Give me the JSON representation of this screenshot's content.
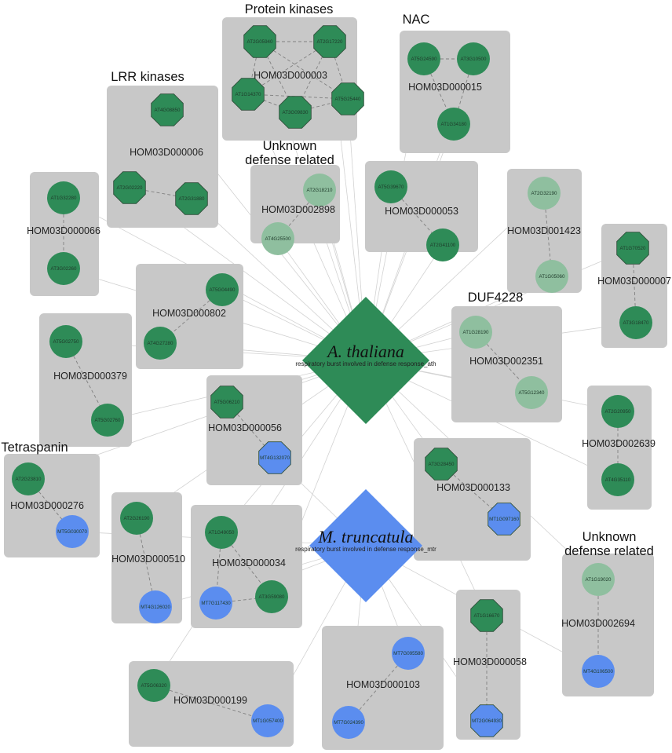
{
  "colors": {
    "green": "#2e8b57",
    "light_green": "#8fbf9f",
    "blue": "#5b8def",
    "box": "#c8c8c8",
    "edge": "#d2d2d2",
    "link": "#808080"
  },
  "centers": {
    "ath": {
      "name": "A. thaliana",
      "subtitle": "respiratory burst involved in defense response_ath",
      "color": "#2e8b57"
    },
    "mtr": {
      "name": "M. truncatula",
      "subtitle": "respiratory burst involved in defense response_mtr",
      "color": "#5b8def"
    }
  },
  "family_labels": [
    {
      "id": "protein-kinases",
      "lines": [
        "Protein kinases"
      ]
    },
    {
      "id": "nac",
      "lines": [
        "NAC"
      ]
    },
    {
      "id": "lrr-kinases",
      "lines": [
        "LRR kinases"
      ]
    },
    {
      "id": "unknown-defense-top",
      "lines": [
        "Unknown",
        "defense related"
      ]
    },
    {
      "id": "duf4228",
      "lines": [
        "DUF4228"
      ]
    },
    {
      "id": "tetraspanin",
      "lines": [
        "Tetraspanin"
      ]
    },
    {
      "id": "unknown-defense-right",
      "lines": [
        "Unknown",
        "defense related"
      ]
    }
  ],
  "node_style_legend": {
    "shapes": [
      "circle",
      "octagon"
    ],
    "fills": [
      "green",
      "light_green",
      "blue"
    ]
  },
  "groups": [
    {
      "id": "HOM03D000003",
      "label": "HOM03D000003",
      "family": "protein-kinases",
      "center": "ath",
      "nodes": [
        {
          "id": "AT2G05940",
          "shape": "octagon",
          "color": "green"
        },
        {
          "id": "AT2G17220",
          "shape": "octagon",
          "color": "green"
        },
        {
          "id": "AT1G14370",
          "shape": "octagon",
          "color": "green"
        },
        {
          "id": "AT3G09830",
          "shape": "octagon",
          "color": "green"
        },
        {
          "id": "AT5G25440",
          "shape": "octagon",
          "color": "green"
        }
      ],
      "links": [
        [
          0,
          1
        ],
        [
          0,
          2
        ],
        [
          0,
          3
        ],
        [
          0,
          4
        ],
        [
          1,
          2
        ],
        [
          1,
          3
        ],
        [
          1,
          4
        ],
        [
          2,
          3
        ],
        [
          2,
          4
        ],
        [
          3,
          4
        ]
      ]
    },
    {
      "id": "HOM03D000015",
      "label": "HOM03D000015",
      "family": "nac",
      "center": "ath",
      "nodes": [
        {
          "id": "AT5G24590",
          "shape": "circle",
          "color": "green"
        },
        {
          "id": "AT3G10500",
          "shape": "circle",
          "color": "green"
        },
        {
          "id": "AT1G34180",
          "shape": "circle",
          "color": "green"
        }
      ],
      "links": [
        [
          0,
          1
        ],
        [
          0,
          2
        ],
        [
          1,
          2
        ]
      ]
    },
    {
      "id": "HOM03D000006",
      "label": "HOM03D000006",
      "family": "lrr-kinases",
      "center": "ath",
      "nodes": [
        {
          "id": "AT4G08850",
          "shape": "octagon",
          "color": "green"
        },
        {
          "id": "AT2G02220",
          "shape": "octagon",
          "color": "green"
        },
        {
          "id": "AT2G31880",
          "shape": "octagon",
          "color": "green"
        }
      ],
      "links": [
        [
          1,
          2
        ]
      ]
    },
    {
      "id": "HOM03D002898",
      "label": "HOM03D002898",
      "family": "unknown-defense-top",
      "center": "ath",
      "nodes": [
        {
          "id": "AT2G18210",
          "shape": "circle",
          "color": "light_green"
        },
        {
          "id": "AT4G25500",
          "shape": "circle",
          "color": "light_green"
        }
      ],
      "links": [
        [
          0,
          1
        ]
      ]
    },
    {
      "id": "HOM03D000053",
      "label": "HOM03D000053",
      "family": null,
      "center": "ath",
      "nodes": [
        {
          "id": "AT5G39670",
          "shape": "circle",
          "color": "green"
        },
        {
          "id": "AT2G41100",
          "shape": "circle",
          "color": "green"
        }
      ],
      "links": [
        [
          0,
          1
        ]
      ]
    },
    {
      "id": "HOM03D000066",
      "label": "HOM03D000066",
      "family": null,
      "center": "ath",
      "nodes": [
        {
          "id": "AT1G32280",
          "shape": "circle",
          "color": "green"
        },
        {
          "id": "AT3G02260",
          "shape": "circle",
          "color": "green"
        }
      ],
      "links": [
        [
          0,
          1
        ]
      ]
    },
    {
      "id": "HOM03D001423",
      "label": "HOM03D001423",
      "family": null,
      "center": "ath",
      "nodes": [
        {
          "id": "AT2G32190",
          "shape": "circle",
          "color": "light_green"
        },
        {
          "id": "AT1G05060",
          "shape": "circle",
          "color": "light_green"
        }
      ],
      "links": [
        [
          0,
          1
        ]
      ]
    },
    {
      "id": "HOM03D000007",
      "label": "HOM03D000007",
      "family": null,
      "center": "ath",
      "nodes": [
        {
          "id": "AT1G70520",
          "shape": "octagon",
          "color": "green"
        },
        {
          "id": "AT3G18470",
          "shape": "circle",
          "color": "green"
        }
      ],
      "links": [
        [
          0,
          1
        ]
      ]
    },
    {
      "id": "HOM03D000802",
      "label": "HOM03D000802",
      "family": null,
      "center": "ath",
      "nodes": [
        {
          "id": "AT5G04490",
          "shape": "circle",
          "color": "green"
        },
        {
          "id": "AT4G27280",
          "shape": "circle",
          "color": "green"
        }
      ],
      "links": [
        [
          0,
          1
        ]
      ]
    },
    {
      "id": "HOM03D000379",
      "label": "HOM03D000379",
      "family": null,
      "center": "ath",
      "nodes": [
        {
          "id": "AT5G02750",
          "shape": "circle",
          "color": "green"
        },
        {
          "id": "AT5G02760",
          "shape": "circle",
          "color": "green"
        }
      ],
      "links": [
        [
          0,
          1
        ]
      ]
    },
    {
      "id": "HOM03D002351",
      "label": "HOM03D002351",
      "family": "duf4228",
      "center": "ath",
      "nodes": [
        {
          "id": "AT1G28190",
          "shape": "circle",
          "color": "light_green"
        },
        {
          "id": "AT5G12340",
          "shape": "circle",
          "color": "light_green"
        }
      ],
      "links": [
        [
          0,
          1
        ]
      ]
    },
    {
      "id": "HOM03D002639",
      "label": "HOM03D002639",
      "family": null,
      "center": "ath",
      "nodes": [
        {
          "id": "AT2G20950",
          "shape": "circle",
          "color": "green"
        },
        {
          "id": "AT4G35110",
          "shape": "circle",
          "color": "green"
        }
      ],
      "links": [
        [
          0,
          1
        ]
      ]
    },
    {
      "id": "HOM03D000056",
      "label": "HOM03D000056",
      "family": null,
      "center": "both",
      "nodes": [
        {
          "id": "AT5G06210",
          "shape": "octagon",
          "color": "green"
        },
        {
          "id": "MT4G132070",
          "shape": "octagon",
          "color": "blue"
        }
      ],
      "links": [
        [
          0,
          1
        ]
      ]
    },
    {
      "id": "HOM03D000276",
      "label": "HOM03D000276",
      "family": "tetraspanin",
      "center": "both",
      "nodes": [
        {
          "id": "AT2G23810",
          "shape": "circle",
          "color": "green"
        },
        {
          "id": "MT5G030070",
          "shape": "circle",
          "color": "blue"
        }
      ],
      "links": [
        [
          0,
          1
        ]
      ]
    },
    {
      "id": "HOM03D000510",
      "label": "HOM03D000510",
      "family": null,
      "center": "both",
      "nodes": [
        {
          "id": "AT2G26190",
          "shape": "circle",
          "color": "green"
        },
        {
          "id": "MT4G126020",
          "shape": "circle",
          "color": "blue"
        }
      ],
      "links": [
        [
          0,
          1
        ]
      ]
    },
    {
      "id": "HOM03D000034",
      "label": "HOM03D000034",
      "family": null,
      "center": "both",
      "nodes": [
        {
          "id": "AT1G49050",
          "shape": "circle",
          "color": "green"
        },
        {
          "id": "MT7G117430",
          "shape": "circle",
          "color": "blue"
        },
        {
          "id": "AT3G59080",
          "shape": "circle",
          "color": "green"
        }
      ],
      "links": [
        [
          0,
          1
        ],
        [
          0,
          2
        ],
        [
          1,
          2
        ]
      ]
    },
    {
      "id": "HOM03D000133",
      "label": "HOM03D000133",
      "family": null,
      "center": "both",
      "nodes": [
        {
          "id": "AT3G28450",
          "shape": "octagon",
          "color": "green"
        },
        {
          "id": "MT1G097160",
          "shape": "octagon",
          "color": "blue"
        }
      ],
      "links": [
        [
          0,
          1
        ]
      ]
    },
    {
      "id": "HOM03D002694",
      "label": "HOM03D002694",
      "family": "unknown-defense-right",
      "center": "both",
      "nodes": [
        {
          "id": "AT1G19020",
          "shape": "circle",
          "color": "light_green"
        },
        {
          "id": "MT4G106500",
          "shape": "circle",
          "color": "blue"
        }
      ],
      "links": [
        [
          0,
          1
        ]
      ]
    },
    {
      "id": "HOM03D000058",
      "label": "HOM03D000058",
      "family": null,
      "center": "both",
      "nodes": [
        {
          "id": "AT1G16670",
          "shape": "octagon",
          "color": "green"
        },
        {
          "id": "MT2G064930",
          "shape": "octagon",
          "color": "blue"
        }
      ],
      "links": [
        [
          0,
          1
        ]
      ]
    },
    {
      "id": "HOM03D000103",
      "label": "HOM03D000103",
      "family": null,
      "center": "mtr",
      "nodes": [
        {
          "id": "MT7G095580",
          "shape": "circle",
          "color": "blue"
        },
        {
          "id": "MT7G024390",
          "shape": "circle",
          "color": "blue"
        }
      ],
      "links": [
        [
          0,
          1
        ]
      ]
    },
    {
      "id": "HOM03D000199",
      "label": "HOM03D000199",
      "family": null,
      "center": "both",
      "nodes": [
        {
          "id": "AT5G06320",
          "shape": "circle",
          "color": "green"
        },
        {
          "id": "MT1G057400",
          "shape": "circle",
          "color": "blue"
        }
      ],
      "links": [
        [
          0,
          1
        ]
      ]
    }
  ]
}
